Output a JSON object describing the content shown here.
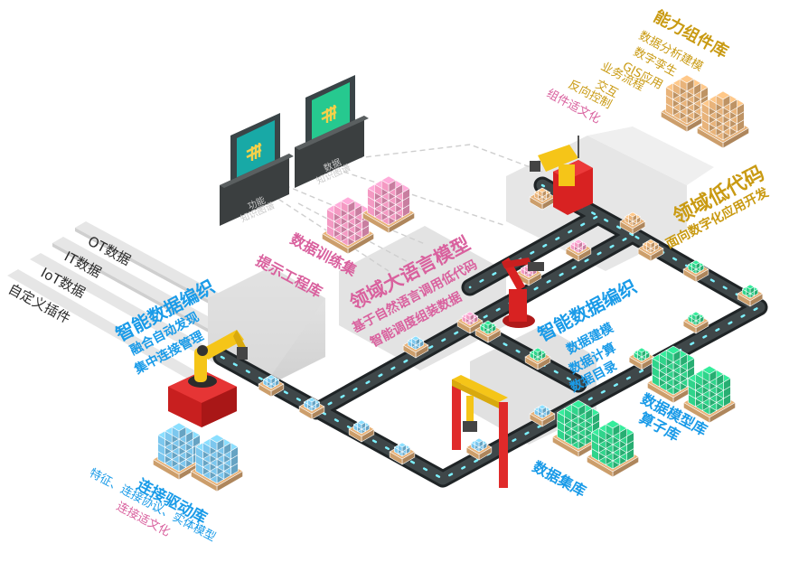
{
  "colors": {
    "blue": "#1a9be8",
    "pink": "#d9619e",
    "gold": "#c99a12",
    "belt": "#2f3537",
    "red": "#e02a2a",
    "yellow": "#f3c81c",
    "green": "#2fd48b",
    "pinkBox": "#f49ac3",
    "blueBox": "#7cc7ee",
    "cardboard": "#e8b37a"
  },
  "sources": {
    "items": [
      "OT数据",
      "IT数据",
      "IoT数据",
      "自定义插件"
    ]
  },
  "orchestration_left": {
    "title": "智能数据编织",
    "sub1": "融合自动发现",
    "sub2": "集中连接管理"
  },
  "driver_library": {
    "title": "连接驱动库",
    "line1": "特征、连接协议、实体模型",
    "line2": "连接适文化"
  },
  "monitors": [
    {
      "line1": "功能",
      "line2": "知识图谱"
    },
    {
      "line1": "数据",
      "line2": "知识图谱"
    }
  ],
  "llm": {
    "training_set": "数据训练集",
    "prompt_lib": "提示工程库",
    "title": "领域大语言模型",
    "sub1": "基于自然语言调用低代码",
    "sub2": "智能调度组装数据"
  },
  "orchestration_right": {
    "title": "智能数据编织",
    "sub1": "数据建模",
    "sub2": "数据计算",
    "sub3": "数据目录"
  },
  "model_library": {
    "line1": "数据模型库",
    "line2": "算子库"
  },
  "dataset_library": {
    "label": "数据集库"
  },
  "capabilities": {
    "title": "能力组件库",
    "items": [
      "数据分析建模",
      "数字孪生",
      "GIS应用",
      "业务流程",
      "交互",
      "反向控制"
    ],
    "note": "组件适文化"
  },
  "lowcode": {
    "title": "领域低代码",
    "sub": "面向数字化应用开发"
  }
}
